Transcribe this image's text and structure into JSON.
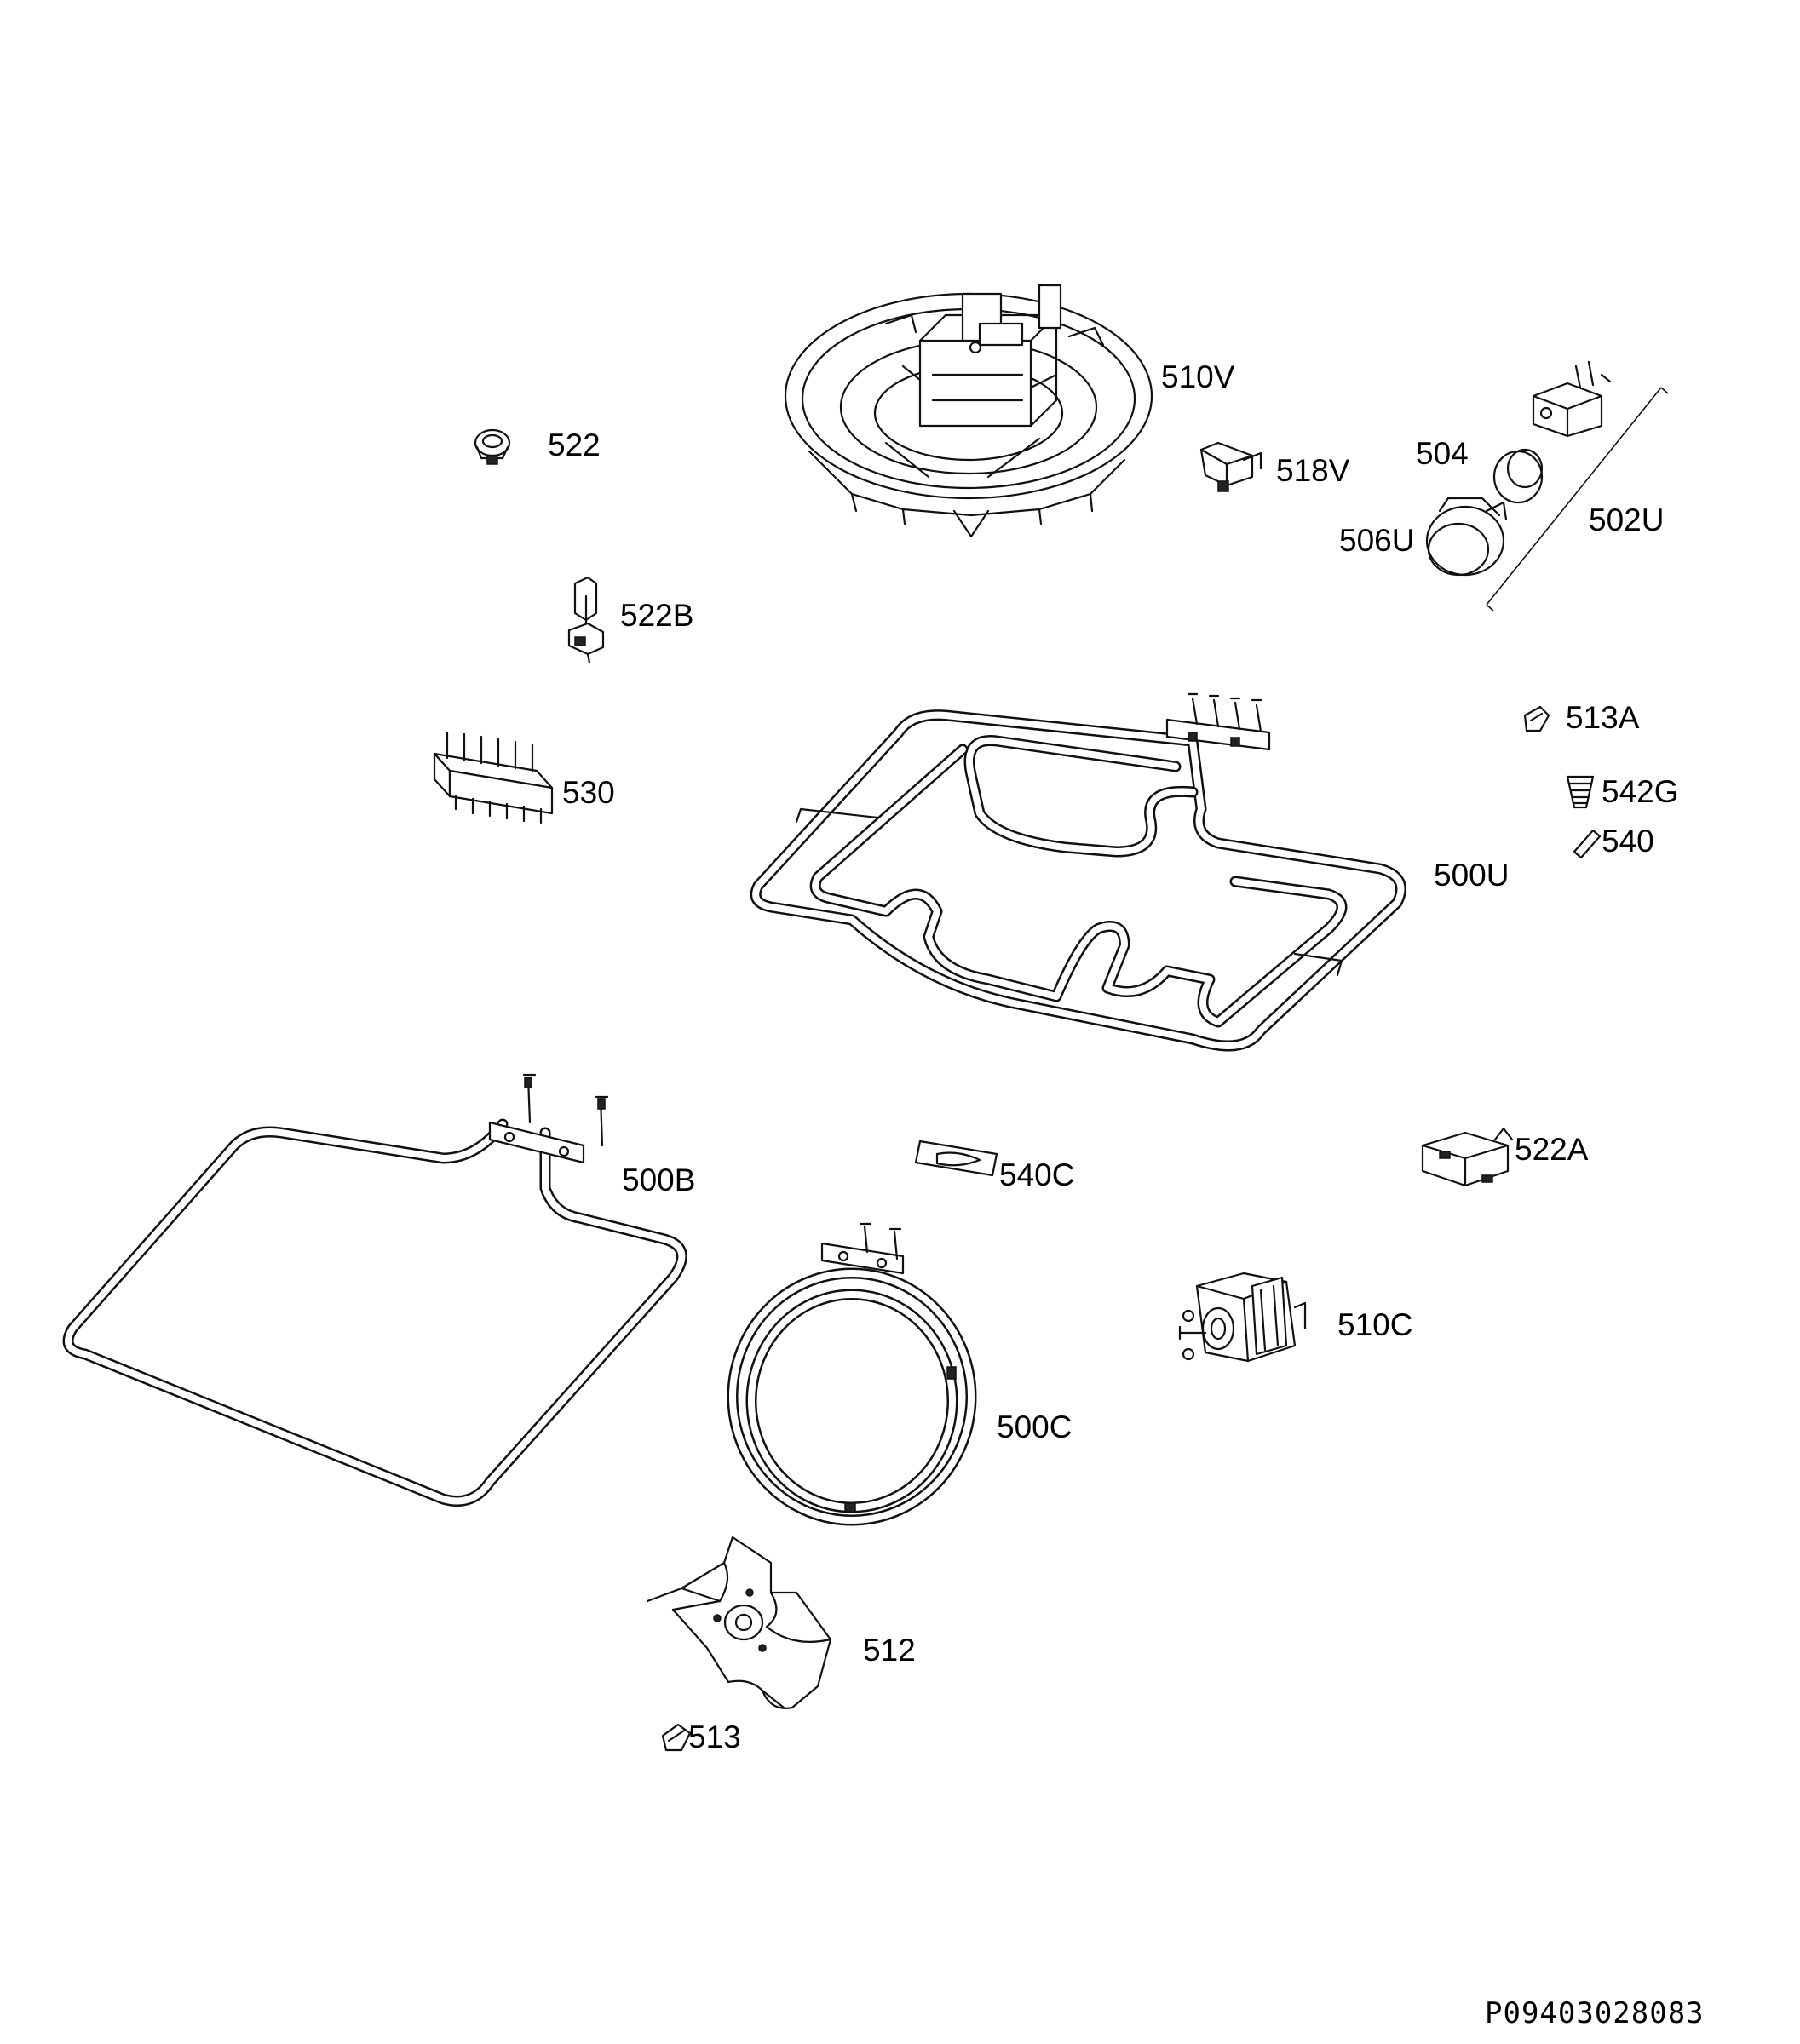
{
  "diagram": {
    "labels": {
      "l510V": "510V",
      "l522": "522",
      "l518V": "518V",
      "l504": "504",
      "l502U": "502U",
      "l506U": "506U",
      "l522B": "522B",
      "l513A": "513A",
      "l542G": "542G",
      "l540": "540",
      "l530": "530",
      "l500U": "500U",
      "l522A": "522A",
      "l500B": "500B",
      "l540C": "540C",
      "l510C": "510C",
      "l500C": "500C",
      "l512": "512",
      "l513": "513"
    },
    "document_code": "P09403028083"
  }
}
